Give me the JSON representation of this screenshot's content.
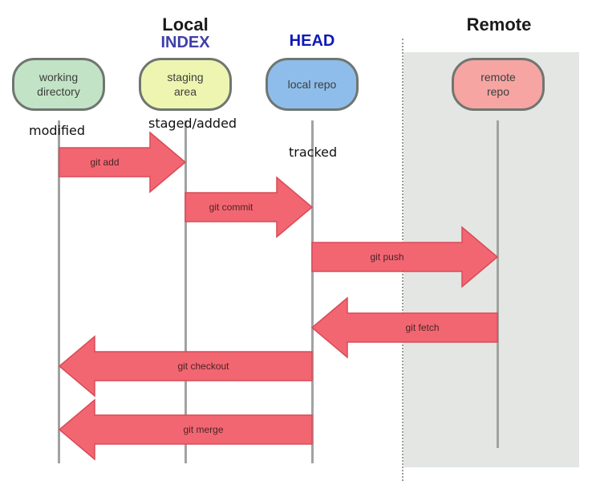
{
  "sections": {
    "local": "Local",
    "remote": "Remote"
  },
  "area_labels": {
    "index": "INDEX",
    "head": "HEAD"
  },
  "colors": {
    "index_label": "#3f3fa8",
    "head_label": "#0f19b8",
    "arrow_fill": "#f26672",
    "arrow_stroke": "#d94a57",
    "remote_zone": "#e3e6e3"
  },
  "nodes": [
    {
      "id": "working-directory",
      "label": "working\ndirectory",
      "fill": "#c3e3c6"
    },
    {
      "id": "staging-area",
      "label": "staging\narea",
      "fill": "#eef5b0"
    },
    {
      "id": "local-repo",
      "label": "local repo",
      "fill": "#8fbdeb"
    },
    {
      "id": "remote-repo",
      "label": "remote\nrepo",
      "fill": "#f6a5a3"
    }
  ],
  "states": {
    "modified": "modified",
    "staged": "staged/added",
    "tracked": "tracked"
  },
  "commands": [
    {
      "label": "git add",
      "from": "working-directory",
      "to": "staging-area",
      "direction": "right"
    },
    {
      "label": "git commit",
      "from": "staging-area",
      "to": "local-repo",
      "direction": "right"
    },
    {
      "label": "git push",
      "from": "local-repo",
      "to": "remote-repo",
      "direction": "right"
    },
    {
      "label": "git fetch",
      "from": "remote-repo",
      "to": "local-repo",
      "direction": "left"
    },
    {
      "label": "git checkout",
      "from": "local-repo",
      "to": "working-directory",
      "direction": "left"
    },
    {
      "label": "git merge",
      "from": "local-repo",
      "to": "working-directory",
      "direction": "left"
    }
  ]
}
